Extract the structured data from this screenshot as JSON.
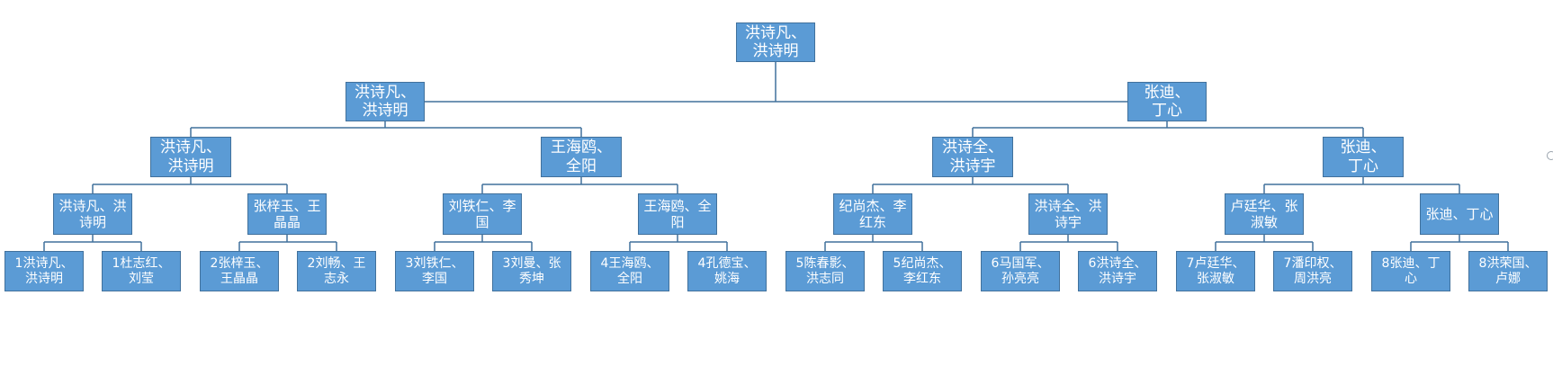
{
  "root": {
    "id": "n0",
    "label": "洪诗凡、\n洪诗明"
  },
  "level1": [
    {
      "id": "n1a",
      "label": "洪诗凡、\n洪诗明",
      "parent": "n0"
    },
    {
      "id": "n1b",
      "label": "张迪、\n丁心",
      "parent": "n0"
    }
  ],
  "level2": [
    {
      "id": "n2a",
      "label": "洪诗凡、\n洪诗明",
      "parent": "n1a"
    },
    {
      "id": "n2b",
      "label": "王海鸥、\n全阳",
      "parent": "n1a"
    },
    {
      "id": "n2c",
      "label": "洪诗全、\n洪诗宇",
      "parent": "n1b"
    },
    {
      "id": "n2d",
      "label": "张迪、\n丁心",
      "parent": "n1b"
    }
  ],
  "level3": [
    {
      "id": "n3a",
      "label": "洪诗凡、洪\n诗明",
      "parent": "n2a"
    },
    {
      "id": "n3b",
      "label": "张梓玉、王\n晶晶",
      "parent": "n2a"
    },
    {
      "id": "n3c",
      "label": "刘铁仁、李\n国",
      "parent": "n2b"
    },
    {
      "id": "n3d",
      "label": "王海鸥、全\n阳",
      "parent": "n2b"
    },
    {
      "id": "n3e",
      "label": "纪尚杰、李\n红东",
      "parent": "n2c"
    },
    {
      "id": "n3f",
      "label": "洪诗全、洪\n诗宇",
      "parent": "n2c"
    },
    {
      "id": "n3g",
      "label": "卢廷华、张\n淑敏",
      "parent": "n2d"
    },
    {
      "id": "n3h",
      "label": "张迪、丁心",
      "parent": "n2d"
    }
  ],
  "level4": [
    {
      "id": "n4a",
      "label": "1洪诗凡、\n洪诗明",
      "parent": "n3a"
    },
    {
      "id": "n4b",
      "label": "1杜志红、\n刘莹",
      "parent": "n3a"
    },
    {
      "id": "n4c",
      "label": "2张梓玉、\n王晶晶",
      "parent": "n3b"
    },
    {
      "id": "n4d",
      "label": "2刘畅、王\n志永",
      "parent": "n3b"
    },
    {
      "id": "n4e",
      "label": "3刘铁仁、\n李国",
      "parent": "n3c"
    },
    {
      "id": "n4f",
      "label": "3刘曼、张\n秀坤",
      "parent": "n3c"
    },
    {
      "id": "n4g",
      "label": "4王海鸥、\n全阳",
      "parent": "n3d"
    },
    {
      "id": "n4h",
      "label": "4孔德宝、\n姚海",
      "parent": "n3d"
    },
    {
      "id": "n4i",
      "label": "5陈春影、\n洪志同",
      "parent": "n3e"
    },
    {
      "id": "n4j",
      "label": "5纪尚杰、\n李红东",
      "parent": "n3e"
    },
    {
      "id": "n4k",
      "label": "6马国军、\n孙亮亮",
      "parent": "n3f"
    },
    {
      "id": "n4l",
      "label": "6洪诗全、\n洪诗宇",
      "parent": "n3f"
    },
    {
      "id": "n4m",
      "label": "7卢廷华、\n张淑敏",
      "parent": "n3g"
    },
    {
      "id": "n4n",
      "label": "7潘印权、\n周洪亮",
      "parent": "n3g"
    },
    {
      "id": "n4o",
      "label": "8张迪、丁\n心",
      "parent": "n3h"
    },
    {
      "id": "n4p",
      "label": "8洪荣国、\n卢娜",
      "parent": "n3h"
    }
  ],
  "colors": {
    "node_fill": "#5b9bd5",
    "node_border": "#41719c",
    "text": "#ffffff",
    "connector": "#41719c"
  }
}
